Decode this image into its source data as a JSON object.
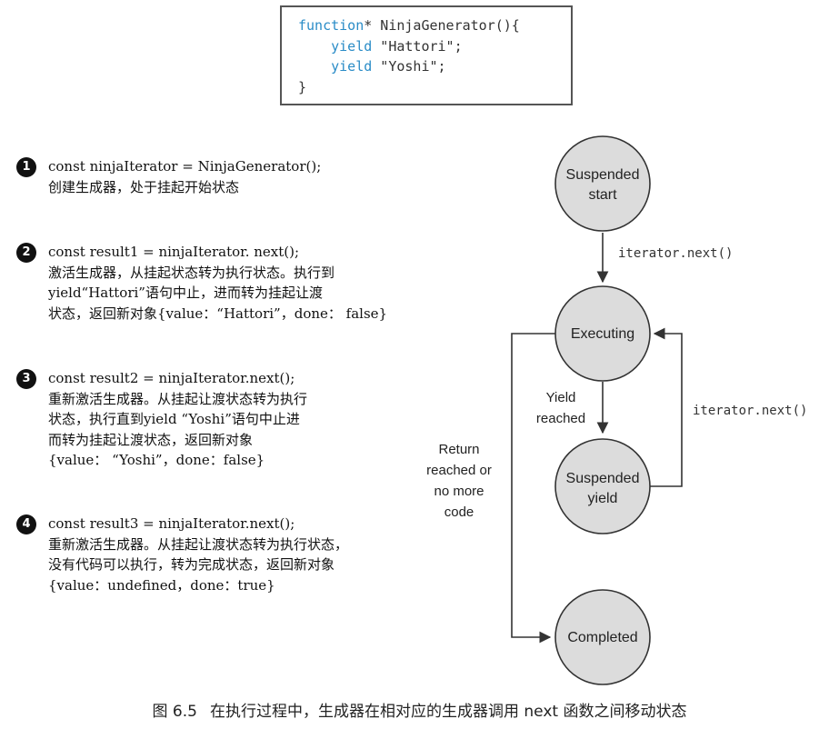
{
  "code": {
    "lines": [
      {
        "keyword": "function",
        "rest": "* NinjaGenerator(){"
      },
      {
        "keyword": "    yield",
        "rest": " \"Hattori\";"
      },
      {
        "keyword": "    yield",
        "rest": " \"Yoshi\";"
      },
      {
        "keyword": "",
        "rest": "}"
      }
    ]
  },
  "steps": [
    {
      "num": "1",
      "lines": [
        "const ninjaIterator = NinjaGenerator();",
        "创建生成器，处于挂起开始状态"
      ]
    },
    {
      "num": "2",
      "lines": [
        "const result1 = ninjaIterator. next();",
        "激活生成器，从挂起状态转为执行状态。执行到",
        "yield“Hattori”语句中止，进而转为挂起让渡",
        "状态，返回新对象{value：“Hattori”，done： false}"
      ]
    },
    {
      "num": "3",
      "lines": [
        "const result2 = ninjaIterator.next();",
        "重新激活生成器。从挂起让渡状态转为执行",
        "状态，执行直到yield “Yoshi”语句中止进",
        "而转为挂起让渡状态，返回新对象",
        "{value： “Yoshi”，done：false}"
      ]
    },
    {
      "num": "4",
      "lines": [
        "const result3 = ninjaIterator.next();",
        "重新激活生成器。从挂起让渡状态转为执行状态，",
        "没有代码可以执行，转为完成状态，返回新对象",
        "{value：undefined，done：true}"
      ]
    }
  ],
  "states": {
    "suspended_start": [
      "Suspended",
      "start"
    ],
    "executing": [
      "Executing"
    ],
    "suspended_yield": [
      "Suspended",
      "yield"
    ],
    "completed": [
      "Completed"
    ]
  },
  "edge_labels": {
    "next_1": "iterator.next()",
    "next_2": "iterator.next()",
    "yield_reached": [
      "Yield",
      "reached"
    ],
    "return_reached": [
      "Return",
      "reached or",
      "no more",
      "code"
    ]
  },
  "caption": {
    "number": "图 6.5",
    "text": "在执行过程中，生成器在相对应的生成器调用 next 函数之间移动状态"
  },
  "colors": {
    "state_fill": "#dcdcdc",
    "code_keyword": "#2a8cc7"
  }
}
